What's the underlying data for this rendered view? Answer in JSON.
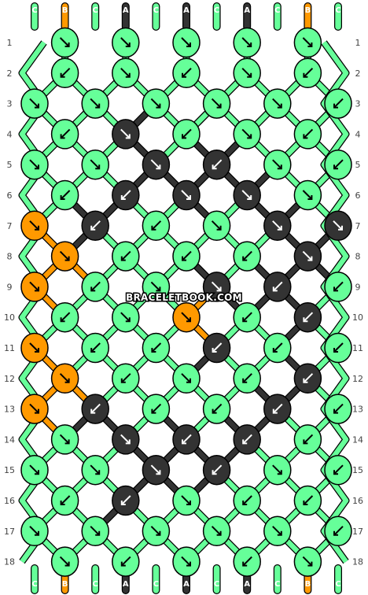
{
  "watermark": "BRACELETBOOK.COM",
  "colors": {
    "A": "#333333",
    "B": "#ff9900",
    "C": "#66ff99"
  },
  "strands_top": [
    "C",
    "B",
    "C",
    "A",
    "C",
    "A",
    "C",
    "A",
    "C",
    "B",
    "C"
  ],
  "strands_bottom": [
    "C",
    "B",
    "C",
    "A",
    "C",
    "A",
    "C",
    "A",
    "C",
    "B",
    "C"
  ],
  "row_labels": [
    "1",
    "2",
    "3",
    "4",
    "5",
    "6",
    "7",
    "8",
    "9",
    "10",
    "11",
    "12",
    "13",
    "14",
    "15",
    "16",
    "17",
    "18"
  ],
  "knots": [
    [
      {
        "c": "C",
        "a": "se"
      },
      {
        "c": "C",
        "a": "se"
      },
      {
        "c": "C",
        "a": "se"
      },
      {
        "c": "C",
        "a": "se"
      },
      {
        "c": "C",
        "a": "se"
      }
    ],
    [
      {
        "c": "C",
        "a": "sw"
      },
      {
        "c": "C",
        "a": "se"
      },
      {
        "c": "C",
        "a": "sw"
      },
      {
        "c": "C",
        "a": "se"
      },
      {
        "c": "C",
        "a": "sw"
      }
    ],
    [
      {
        "c": "C",
        "a": "se"
      },
      {
        "c": "C",
        "a": "se"
      },
      {
        "c": "C",
        "a": "se"
      },
      {
        "c": "C",
        "a": "se"
      },
      {
        "c": "C",
        "a": "se"
      },
      {
        "c": "C",
        "a": "sw"
      }
    ],
    [
      {
        "c": "C",
        "a": "sw"
      },
      {
        "c": "A",
        "a": "se"
      },
      {
        "c": "C",
        "a": "sw"
      },
      {
        "c": "C",
        "a": "se"
      },
      {
        "c": "C",
        "a": "sw"
      }
    ],
    [
      {
        "c": "C",
        "a": "se"
      },
      {
        "c": "C",
        "a": "se"
      },
      {
        "c": "A",
        "a": "se"
      },
      {
        "c": "A",
        "a": "sw"
      },
      {
        "c": "C",
        "a": "se"
      },
      {
        "c": "C",
        "a": "sw"
      }
    ],
    [
      {
        "c": "C",
        "a": "sw"
      },
      {
        "c": "A",
        "a": "sw"
      },
      {
        "c": "A",
        "a": "se"
      },
      {
        "c": "A",
        "a": "se"
      },
      {
        "c": "C",
        "a": "se"
      }
    ],
    [
      {
        "c": "B",
        "a": "se"
      },
      {
        "c": "A",
        "a": "sw"
      },
      {
        "c": "C",
        "a": "sw"
      },
      {
        "c": "C",
        "a": "se"
      },
      {
        "c": "A",
        "a": "se"
      },
      {
        "c": "A",
        "a": "se"
      }
    ],
    [
      {
        "c": "B",
        "a": "se"
      },
      {
        "c": "C",
        "a": "sw"
      },
      {
        "c": "C",
        "a": "sw"
      },
      {
        "c": "C",
        "a": "sw"
      },
      {
        "c": "A",
        "a": "se"
      }
    ],
    [
      {
        "c": "B",
        "a": "se"
      },
      {
        "c": "C",
        "a": "sw"
      },
      {
        "c": "C",
        "a": "se"
      },
      {
        "c": "A",
        "a": "se"
      },
      {
        "c": "A",
        "a": "sw"
      },
      {
        "c": "C",
        "a": "sw"
      }
    ],
    [
      {
        "c": "C",
        "a": "sw"
      },
      {
        "c": "C",
        "a": "se"
      },
      {
        "c": "B",
        "a": "se"
      },
      {
        "c": "C",
        "a": "sw"
      },
      {
        "c": "A",
        "a": "sw"
      }
    ],
    [
      {
        "c": "B",
        "a": "se"
      },
      {
        "c": "C",
        "a": "sw"
      },
      {
        "c": "C",
        "a": "sw"
      },
      {
        "c": "A",
        "a": "sw"
      },
      {
        "c": "C",
        "a": "sw"
      },
      {
        "c": "C",
        "a": "sw"
      }
    ],
    [
      {
        "c": "B",
        "a": "se"
      },
      {
        "c": "C",
        "a": "sw"
      },
      {
        "c": "C",
        "a": "se"
      },
      {
        "c": "C",
        "a": "sw"
      },
      {
        "c": "A",
        "a": "sw"
      }
    ],
    [
      {
        "c": "B",
        "a": "se"
      },
      {
        "c": "A",
        "a": "sw"
      },
      {
        "c": "C",
        "a": "sw"
      },
      {
        "c": "C",
        "a": "sw"
      },
      {
        "c": "A",
        "a": "sw"
      },
      {
        "c": "C",
        "a": "sw"
      }
    ],
    [
      {
        "c": "C",
        "a": "se"
      },
      {
        "c": "A",
        "a": "se"
      },
      {
        "c": "A",
        "a": "sw"
      },
      {
        "c": "A",
        "a": "sw"
      },
      {
        "c": "C",
        "a": "sw"
      }
    ],
    [
      {
        "c": "C",
        "a": "se"
      },
      {
        "c": "C",
        "a": "se"
      },
      {
        "c": "A",
        "a": "se"
      },
      {
        "c": "A",
        "a": "sw"
      },
      {
        "c": "C",
        "a": "se"
      },
      {
        "c": "C",
        "a": "sw"
      }
    ],
    [
      {
        "c": "C",
        "a": "sw"
      },
      {
        "c": "A",
        "a": "sw"
      },
      {
        "c": "C",
        "a": "se"
      },
      {
        "c": "C",
        "a": "sw"
      },
      {
        "c": "C",
        "a": "sw"
      }
    ],
    [
      {
        "c": "C",
        "a": "se"
      },
      {
        "c": "C",
        "a": "se"
      },
      {
        "c": "C",
        "a": "se"
      },
      {
        "c": "C",
        "a": "se"
      },
      {
        "c": "C",
        "a": "se"
      },
      {
        "c": "C",
        "a": "sw"
      }
    ],
    [
      {
        "c": "C",
        "a": "se"
      },
      {
        "c": "C",
        "a": "sw"
      },
      {
        "c": "C",
        "a": "se"
      },
      {
        "c": "C",
        "a": "sw"
      },
      {
        "c": "C",
        "a": "se"
      }
    ]
  ]
}
